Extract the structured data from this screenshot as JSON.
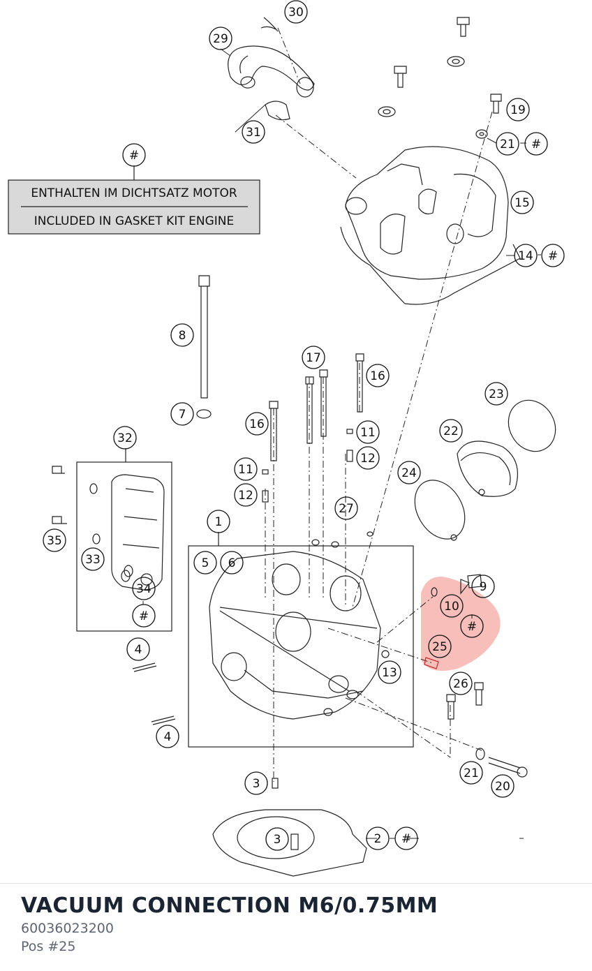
{
  "legend": {
    "marker": "#",
    "line1": "ENTHALTEN IM DICHTSATZ MOTOR",
    "line2": "INCLUDED IN GASKET KIT ENGINE"
  },
  "callouts": [
    {
      "id": "c30",
      "label": "30"
    },
    {
      "id": "c29",
      "label": "29"
    },
    {
      "id": "c31",
      "label": "31"
    },
    {
      "id": "c19",
      "label": "19"
    },
    {
      "id": "c21a",
      "label": "21"
    },
    {
      "id": "c21a-hash",
      "label": "#"
    },
    {
      "id": "c15",
      "label": "15"
    },
    {
      "id": "c14",
      "label": "14"
    },
    {
      "id": "c14-hash",
      "label": "#"
    },
    {
      "id": "c8",
      "label": "8"
    },
    {
      "id": "c7",
      "label": "7"
    },
    {
      "id": "c17",
      "label": "17"
    },
    {
      "id": "c16a",
      "label": "16"
    },
    {
      "id": "c16b",
      "label": "16"
    },
    {
      "id": "c11a",
      "label": "11"
    },
    {
      "id": "c12a",
      "label": "12"
    },
    {
      "id": "c11b",
      "label": "11"
    },
    {
      "id": "c12b",
      "label": "12"
    },
    {
      "id": "c23",
      "label": "23"
    },
    {
      "id": "c22",
      "label": "22"
    },
    {
      "id": "c24",
      "label": "24"
    },
    {
      "id": "c27",
      "label": "27"
    },
    {
      "id": "c32",
      "label": "32"
    },
    {
      "id": "c35",
      "label": "35"
    },
    {
      "id": "c33",
      "label": "33"
    },
    {
      "id": "c34",
      "label": "34"
    },
    {
      "id": "c34-hash",
      "label": "#"
    },
    {
      "id": "c1",
      "label": "1"
    },
    {
      "id": "c5",
      "label": "5"
    },
    {
      "id": "c6",
      "label": "6"
    },
    {
      "id": "c9",
      "label": "9"
    },
    {
      "id": "c10",
      "label": "10"
    },
    {
      "id": "c10-hash",
      "label": "#"
    },
    {
      "id": "c25",
      "label": "25"
    },
    {
      "id": "c4a",
      "label": "4"
    },
    {
      "id": "c13",
      "label": "13"
    },
    {
      "id": "c26",
      "label": "26"
    },
    {
      "id": "c4b",
      "label": "4"
    },
    {
      "id": "c21b",
      "label": "21"
    },
    {
      "id": "c20",
      "label": "20"
    },
    {
      "id": "c3a",
      "label": "3"
    },
    {
      "id": "c3b",
      "label": "3"
    },
    {
      "id": "c2",
      "label": "2"
    },
    {
      "id": "c2-hash",
      "label": "#"
    },
    {
      "id": "c-legend-hash",
      "label": "#"
    }
  ],
  "highlight": {
    "color": "#f28b82",
    "position": 25
  },
  "part": {
    "name": "VACUUM CONNECTION M6/0.75MM",
    "number": "60036023200",
    "pos_prefix": "Pos #",
    "pos": "25"
  }
}
